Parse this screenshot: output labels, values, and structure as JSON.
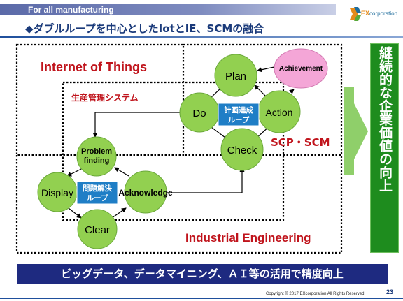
{
  "header": {
    "category": "For all manufacturing"
  },
  "logo": {
    "prefix": "EX",
    "name": "corporation"
  },
  "title": "◆ダブルループを中心としたIotとIE、SCMの融合",
  "regions": {
    "iot": "Internet of Things",
    "production": "生産管理システム",
    "scm": "SCP・SCM",
    "ie": "Industrial Engineering"
  },
  "plan_loop": {
    "nodes": {
      "plan": "Plan",
      "do": "Do",
      "action": "Action",
      "check": "Check",
      "achievement": "Achievement"
    },
    "center_label": "計画達成\nループ"
  },
  "problem_loop": {
    "nodes": {
      "problem": "Problem\nfinding",
      "display": "Display",
      "acknowledge": "Acknowledge",
      "clear": "Clear"
    },
    "center_label": "問題解決\nループ"
  },
  "side_panel": "継続的な企業価値の向上",
  "bottom_bar": "ビッグデータ、データマイニング、ＡＩ等の活用で精度向上",
  "footer": {
    "copyright": "Copyright © 2017  EXcorporation All Rights Reserved.",
    "page": "23"
  },
  "colors": {
    "node_fill": "#92d050",
    "achievement_fill": "#f4a6d7",
    "loop_label_fill": "#1f7ec6",
    "region_red": "#c0141c",
    "bottom_bar": "#1e2a80",
    "side_panel": "#1e8c1e",
    "big_arrow": "#8fcf6a"
  }
}
